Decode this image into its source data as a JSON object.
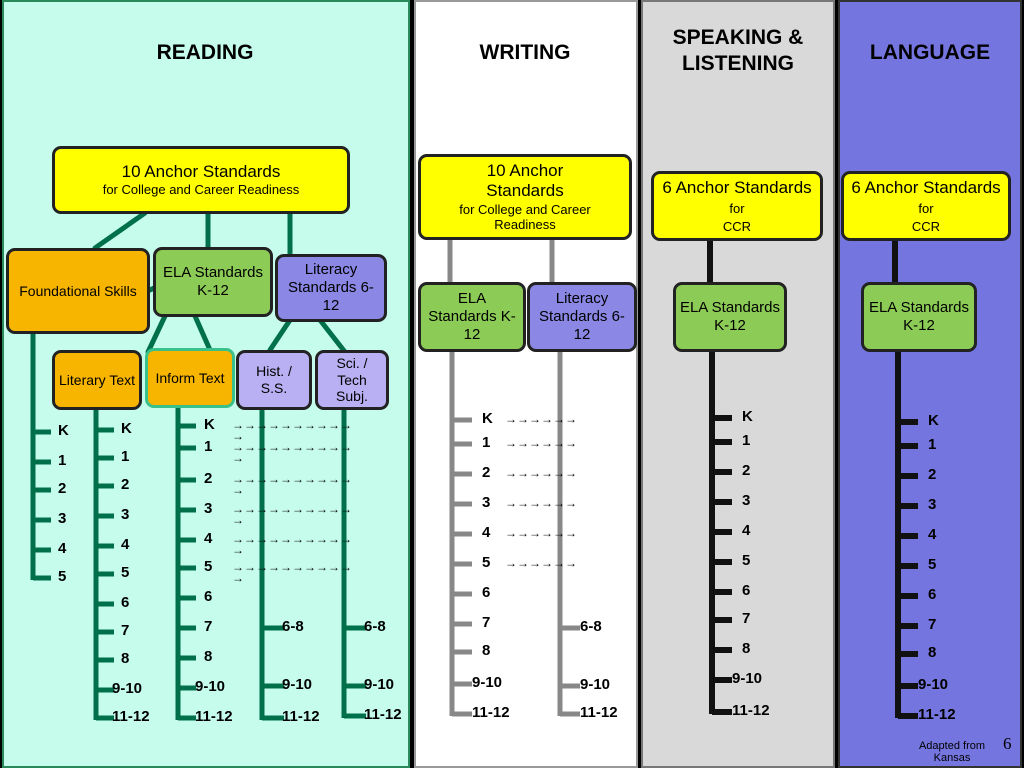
{
  "sections": {
    "reading": {
      "title": "READING",
      "anchor": {
        "title": "10 Anchor Standards",
        "subtitle": "for College and Career Readiness"
      },
      "foundational": "Foundational Skills",
      "ela": "ELA Standards K-12",
      "literacy": "Literacy Standards 6-12",
      "literary_text": "Literary Text",
      "inform_text": "Inform Text",
      "hist": "Hist. / S.S.",
      "sci": "Sci. / Tech Subj."
    },
    "writing": {
      "title": "WRITING",
      "anchor": {
        "title": "10 Anchor Standards",
        "subtitle": "for College and Career Readiness"
      },
      "ela": "ELA Standards K-12",
      "literacy": "Literacy Standards 6-12"
    },
    "speaking": {
      "title": "SPEAKING & LISTENING",
      "anchor": {
        "title": "6 Anchor Standards",
        "for": "for",
        "sub": "CCR"
      },
      "ela": "ELA Standards K-12"
    },
    "language": {
      "title": "LANGUAGE",
      "anchor": {
        "title": "6 Anchor Standards",
        "for": "for",
        "sub": "CCR"
      },
      "ela": "ELA Standards K-12"
    }
  },
  "grade_lists": {
    "foundational": [
      "K",
      "1",
      "2",
      "3",
      "4",
      "5"
    ],
    "literary": [
      "K",
      "1",
      "2",
      "3",
      "4",
      "5",
      "6",
      "7",
      "8",
      "9-10",
      "11-12"
    ],
    "inform": [
      "K",
      "1",
      "2",
      "3",
      "4",
      "5",
      "6",
      "7",
      "8",
      "9-10",
      "11-12"
    ],
    "hist": [
      "6-8",
      "9-10",
      "11-12"
    ],
    "sci": [
      "6-8",
      "9-10",
      "11-12"
    ],
    "writing_ela": [
      "K",
      "1",
      "2",
      "3",
      "4",
      "5",
      "6",
      "7",
      "8",
      "9-10",
      "11-12"
    ],
    "writing_lit": [
      "6-8",
      "9-10",
      "11-12"
    ],
    "speaking_ela": [
      "K",
      "1",
      "2",
      "3",
      "4",
      "5",
      "6",
      "7",
      "8",
      "9-10",
      "11-12"
    ],
    "language_ela": [
      "K",
      "1",
      "2",
      "3",
      "4",
      "5",
      "6",
      "7",
      "8",
      "9-10",
      "11-12"
    ]
  },
  "arrow_rows": {
    "inform": "→→→→→→→→→→→",
    "writing": "→→→→→→"
  },
  "footer": {
    "adapted": "Adapted from Kansas",
    "page": "6"
  },
  "colors": {
    "reading_bg": "#c6fcec",
    "writing_bg": "#ffffff",
    "speaking_bg": "#d9d9d9",
    "language_bg": "#7575e0",
    "reading_line": "#00704a",
    "writing_line": "#888888",
    "dark_line": "#111111",
    "anchor": "#ffff00",
    "ela": "#8ccc56",
    "literacy": "#8a88e4",
    "foundational": "#f7b500"
  }
}
